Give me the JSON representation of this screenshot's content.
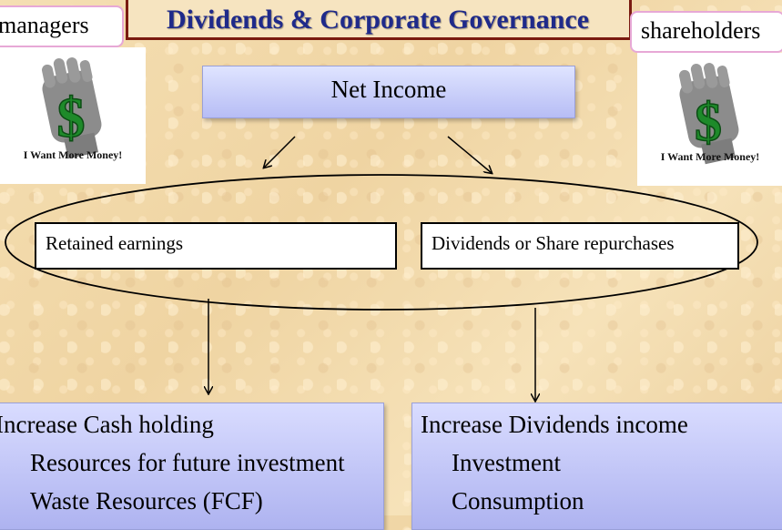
{
  "title": "Dividends & Corporate Governance",
  "left_label": "managers",
  "right_label": "shareholders",
  "fist_caption": "I Want More Money!",
  "fist_symbol": "$",
  "net_income": "Net Income",
  "retained_earnings": "Retained earnings",
  "dividends_or_repurchases": "Dividends or Share repurchases",
  "left_panel": {
    "heading": "Increase Cash holding",
    "items": [
      "Resources for future investment",
      "Waste Resources (FCF)"
    ]
  },
  "right_panel": {
    "heading": "Increase Dividends income",
    "items": [
      "Investment",
      "Consumption"
    ]
  },
  "colors": {
    "title_text": "#1f2a8a",
    "title_border": "#7a1a10",
    "label_border": "#e7a8d6",
    "panel_fill": "#b7bdf5",
    "dollar_green": "#1e8a2a",
    "fist_gray": "#8c8c8c"
  },
  "icons": [
    "raised-fist-dollar-icon",
    "raised-fist-dollar-icon"
  ]
}
